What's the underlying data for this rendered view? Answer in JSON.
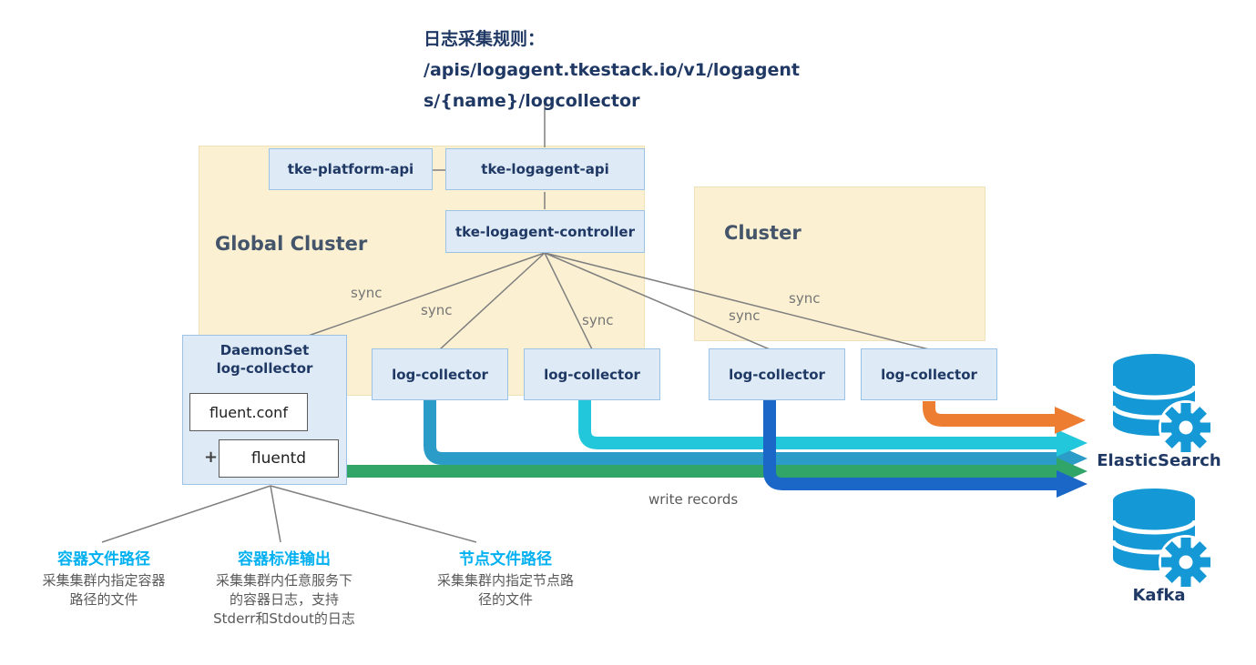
{
  "title": {
    "text": "日志采集规则：\n/apis/logagent.tkestack.io/v1/logagent\ns/{name}/logcollector"
  },
  "clusters": {
    "global": "Global Cluster",
    "remote": "Cluster"
  },
  "boxes": {
    "tke_platform_api": "tke-platform-api",
    "tke_logagent_api": "tke-logagent-api",
    "tke_logagent_controller": "tke-logagent-controller",
    "daemonset_title": "DaemonSet\nlog-collector",
    "fluent_conf": "fluent.conf",
    "plus_sign": "+",
    "fluentd": "fluentd",
    "log_collectors": [
      "log-collector",
      "log-collector",
      "log-collector",
      "log-collector"
    ]
  },
  "labels": {
    "sync": "sync",
    "write_records": "write records"
  },
  "destinations": {
    "elasticsearch": "ElasticSearch",
    "kafka": "Kafka"
  },
  "outputs": [
    {
      "heading": "容器文件路径",
      "body": "采集集群内指定容器\n路径的文件"
    },
    {
      "heading": "容器标准输出",
      "body": "采集集群内任意服务下\n的容器日志，支持\nStderr和Stdout的日志"
    },
    {
      "heading": "节点文件路径",
      "body": "采集集群内指定节点路\n径的文件"
    }
  ],
  "colors": {
    "navy_text": "#1F3864",
    "cluster_title_text": "#44546A",
    "cream_box": "#FBF0D2",
    "blue_box_bg": "#DEEBF7",
    "blue_box_border": "#9CC3E5",
    "cyan_heading": "#00B0F0",
    "gray_text": "#595959",
    "connector_gray": "#7F7F7F",
    "db_icon": "#1599D6",
    "arrow_orange": "#ED7D31",
    "arrow_cyan": "#22C7DB",
    "arrow_teal": "#2B9BC7",
    "arrow_green": "#31A567",
    "arrow_blue": "#1B67C8"
  }
}
